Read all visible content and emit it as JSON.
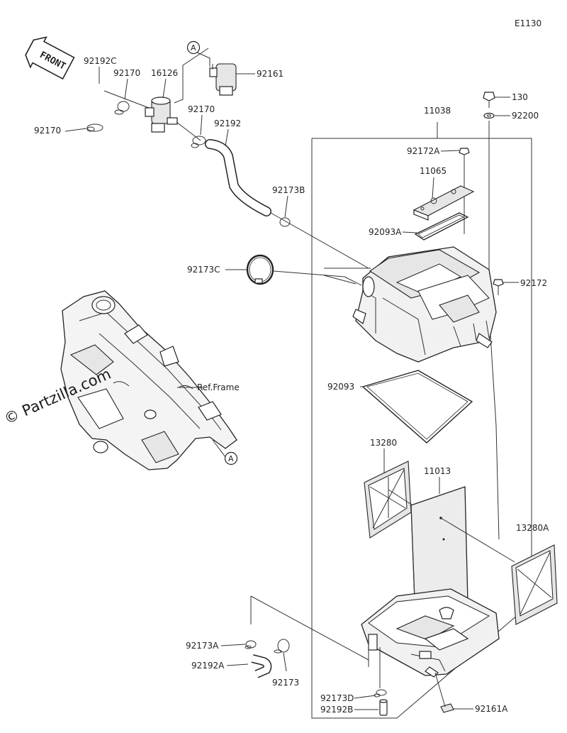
{
  "diagram_code": "E1130",
  "front_label": "FRONT",
  "watermark": "© Partzilla.com",
  "ref_frame_label": "Ref.Frame",
  "ref_marker": "A",
  "parts": {
    "p92192C": "92192C",
    "p92170_a": "92170",
    "p16126": "16126",
    "p92161": "92161",
    "p92170_b": "92170",
    "p92170_c": "92170",
    "p92192": "92192",
    "p130": "130",
    "p92200": "92200",
    "p11038": "11038",
    "p92172A": "92172A",
    "p11065": "11065",
    "p92173B": "92173B",
    "p92093A": "92093A",
    "p92173C": "92173C",
    "p92172": "92172",
    "p92093": "92093",
    "p13280": "13280",
    "p11013": "11013",
    "p13280A": "13280A",
    "p92173A": "92173A",
    "p92192A": "92192A",
    "p92173": "92173",
    "p92173D": "92173D",
    "p92192B": "92192B",
    "p92161A": "92161A"
  }
}
